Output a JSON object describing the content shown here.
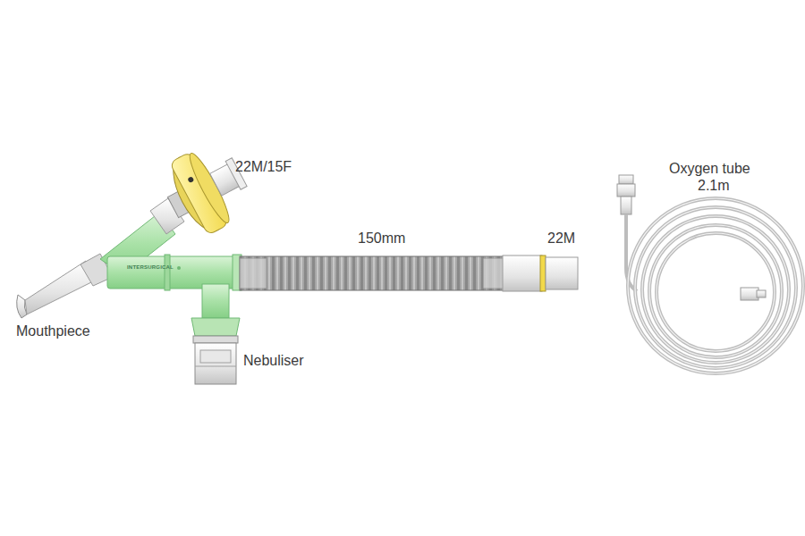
{
  "diagram": {
    "labels": [
      "22M/15F",
      "150mm",
      "22M",
      "Oxygen tube",
      "2.1m",
      "Mouthpiece",
      "Nebuliser",
      "INTERSURGICAL"
    ]
  }
}
